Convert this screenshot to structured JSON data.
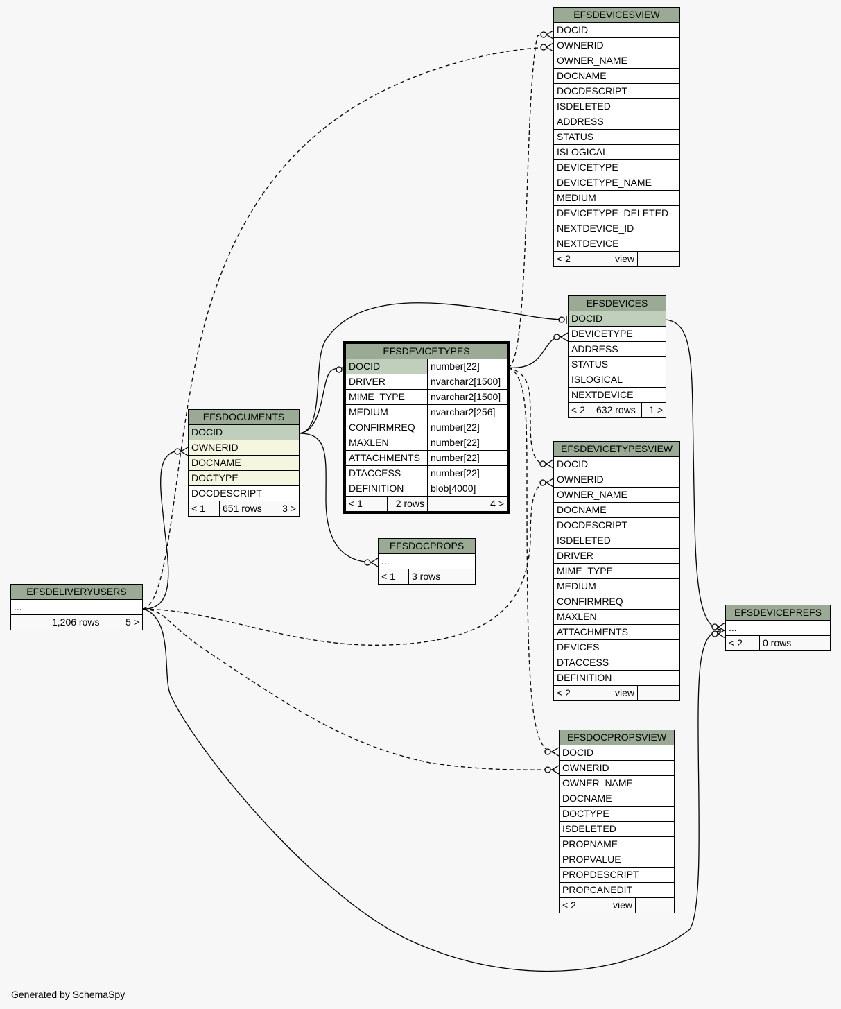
{
  "footer": "Generated by SchemaSpy",
  "tables": {
    "efsdevicesview": {
      "name": "EFSDEVICESVIEW",
      "columns": [
        "DOCID",
        "OWNERID",
        "OWNER_NAME",
        "DOCNAME",
        "DOCDESCRIPT",
        "ISDELETED",
        "ADDRESS",
        "STATUS",
        "ISLOGICAL",
        "DEVICETYPE",
        "DEVICETYPE_NAME",
        "MEDIUM",
        "DEVICETYPE_DELETED",
        "NEXTDEVICE_ID",
        "NEXTDEVICE"
      ],
      "footer": [
        "< 2",
        "view",
        ""
      ]
    },
    "efsdevices": {
      "name": "EFSDEVICES",
      "columns": [
        "DOCID",
        "DEVICETYPE",
        "ADDRESS",
        "STATUS",
        "ISLOGICAL",
        "NEXTDEVICE"
      ],
      "footer": [
        "< 2",
        "632 rows",
        "1 >"
      ]
    },
    "efsdevicetypes": {
      "name": "EFSDEVICETYPES",
      "columns": [
        {
          "name": "DOCID",
          "type": "number[22]"
        },
        {
          "name": "DRIVER",
          "type": "nvarchar2[1500]"
        },
        {
          "name": "MIME_TYPE",
          "type": "nvarchar2[1500]"
        },
        {
          "name": "MEDIUM",
          "type": "nvarchar2[256]"
        },
        {
          "name": "CONFIRMREQ",
          "type": "number[22]"
        },
        {
          "name": "MAXLEN",
          "type": "number[22]"
        },
        {
          "name": "ATTACHMENTS",
          "type": "number[22]"
        },
        {
          "name": "DTACCESS",
          "type": "number[22]"
        },
        {
          "name": "DEFINITION",
          "type": "blob[4000]"
        }
      ],
      "footer": [
        "< 1",
        "2 rows",
        "4 >"
      ]
    },
    "efsdocuments": {
      "name": "EFSDOCUMENTS",
      "columns": [
        "DOCID",
        "OWNERID",
        "DOCNAME",
        "DOCTYPE",
        "DOCDESCRIPT"
      ],
      "footer": [
        "< 1",
        "651 rows",
        "3 >"
      ]
    },
    "efsdocprops": {
      "name": "EFSDOCPROPS",
      "columns": [
        "..."
      ],
      "footer": [
        "< 1",
        "3 rows",
        ""
      ]
    },
    "efsdeliveryusers": {
      "name": "EFSDELIVERYUSERS",
      "columns": [
        "..."
      ],
      "footer": [
        "",
        "1,206 rows",
        "5 >"
      ]
    },
    "efsdevicetypesview": {
      "name": "EFSDEVICETYPESVIEW",
      "columns": [
        "DOCID",
        "OWNERID",
        "OWNER_NAME",
        "DOCNAME",
        "DOCDESCRIPT",
        "ISDELETED",
        "DRIVER",
        "MIME_TYPE",
        "MEDIUM",
        "CONFIRMREQ",
        "MAXLEN",
        "ATTACHMENTS",
        "DEVICES",
        "DTACCESS",
        "DEFINITION"
      ],
      "footer": [
        "< 2",
        "view",
        ""
      ]
    },
    "efsdeviceprefs": {
      "name": "EFSDEVICEPREFS",
      "columns": [
        "..."
      ],
      "footer": [
        "< 2",
        "0 rows",
        ""
      ]
    },
    "efsdocpropsview": {
      "name": "EFSDOCPROPSVIEW",
      "columns": [
        "DOCID",
        "OWNERID",
        "OWNER_NAME",
        "DOCNAME",
        "DOCTYPE",
        "ISDELETED",
        "PROPNAME",
        "PROPVALUE",
        "PROPDESCRIPT",
        "PROPCANEDIT"
      ],
      "footer": [
        "< 2",
        "view",
        ""
      ]
    }
  }
}
